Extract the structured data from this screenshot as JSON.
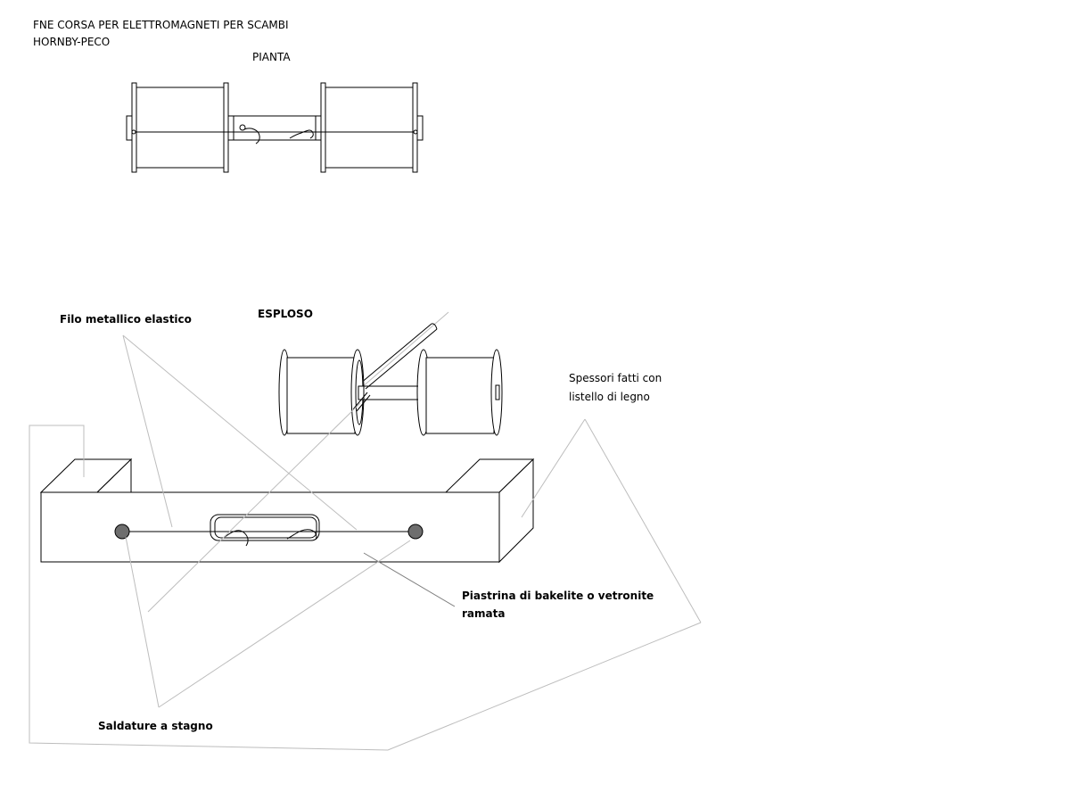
{
  "title": {
    "line1": "FNE CORSA PER ELETTROMAGNETI PER SCAMBI",
    "line2": "HORNBY-PECO"
  },
  "views": {
    "plan": "PIANTA",
    "exploded": "ESPLOSO"
  },
  "labels": {
    "wire": "Filo metallico elastico",
    "spacers_1": "Spessori fatti con",
    "spacers_2": "listello di legno",
    "board_1": "Piastrina di bakelite o vetronite",
    "board_2": "ramata",
    "solder": "Saldature a stagno"
  },
  "colors": {
    "ink": "#000000",
    "leader": "#bdbdbd",
    "solder": "#6e6e6e"
  }
}
